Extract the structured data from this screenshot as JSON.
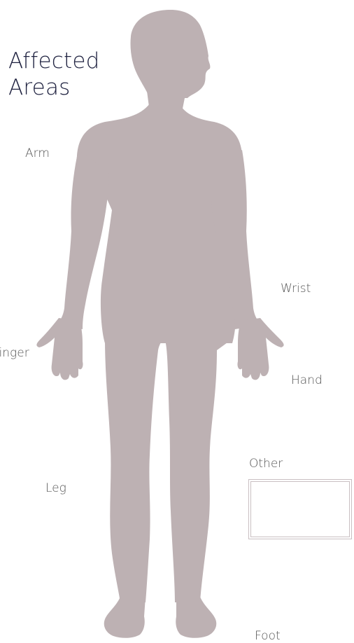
{
  "title": {
    "line1": "Affected",
    "line2": "Areas"
  },
  "labels": {
    "arm": "Arm",
    "wrist": "Wrist",
    "finger": "Finger",
    "hand": "Hand",
    "other": "Other",
    "leg": "Leg",
    "foot": "Foot"
  },
  "other_input": {
    "value": ""
  },
  "colors": {
    "silhouette": "#bdb1b3",
    "title": "#1f2240",
    "label": "#555555"
  }
}
